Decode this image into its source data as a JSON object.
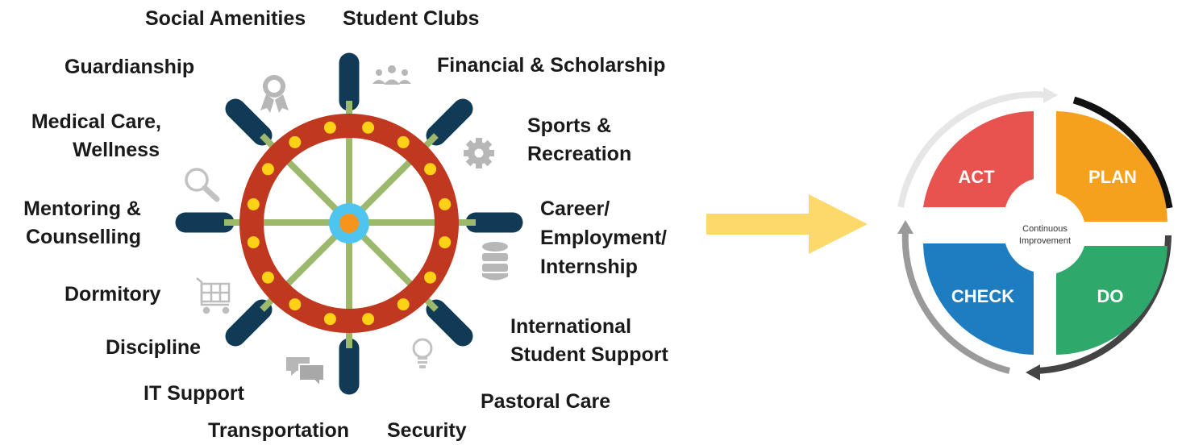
{
  "service_labels": {
    "social_amenities": "Social Amenities",
    "student_clubs": "Student Clubs",
    "guardianship": "Guardianship",
    "financial": "Financial & Scholarship",
    "medical_1": "Medical Care,",
    "medical_2": "Wellness",
    "sports_1": "Sports &",
    "sports_2": "Recreation",
    "mentoring_1": "Mentoring &",
    "mentoring_2": "Counselling",
    "career_1": "Career/",
    "career_2": "Employment/",
    "career_3": "Internship",
    "dormitory": "Dormitory",
    "international_1": "International",
    "international_2": "Student Support",
    "discipline": "Discipline",
    "it_support": "IT Support",
    "pastoral": "Pastoral Care",
    "transportation": "Transportation",
    "security": "Security"
  },
  "pdca": {
    "act": "ACT",
    "plan": "PLAN",
    "check": "CHECK",
    "do": "DO",
    "center_1": "Continuous",
    "center_2": "Improvement"
  },
  "icons": [
    "award-icon",
    "people-icon",
    "gear-icon",
    "magnifier-icon",
    "database-icon",
    "shopping-cart-icon",
    "lightbulb-icon",
    "chat-icon"
  ],
  "colors": {
    "wheel_ring": "#c0381f",
    "wheel_dots": "#fcd116",
    "spokes": "#9bb86b",
    "handles": "#103a55",
    "hub": "#4fc4ee",
    "hub_center": "#f7941d",
    "arrow": "#fcd96a",
    "act": "#e8524f",
    "plan": "#f5a11d",
    "check": "#1e7dc1",
    "do": "#2fa86b"
  }
}
